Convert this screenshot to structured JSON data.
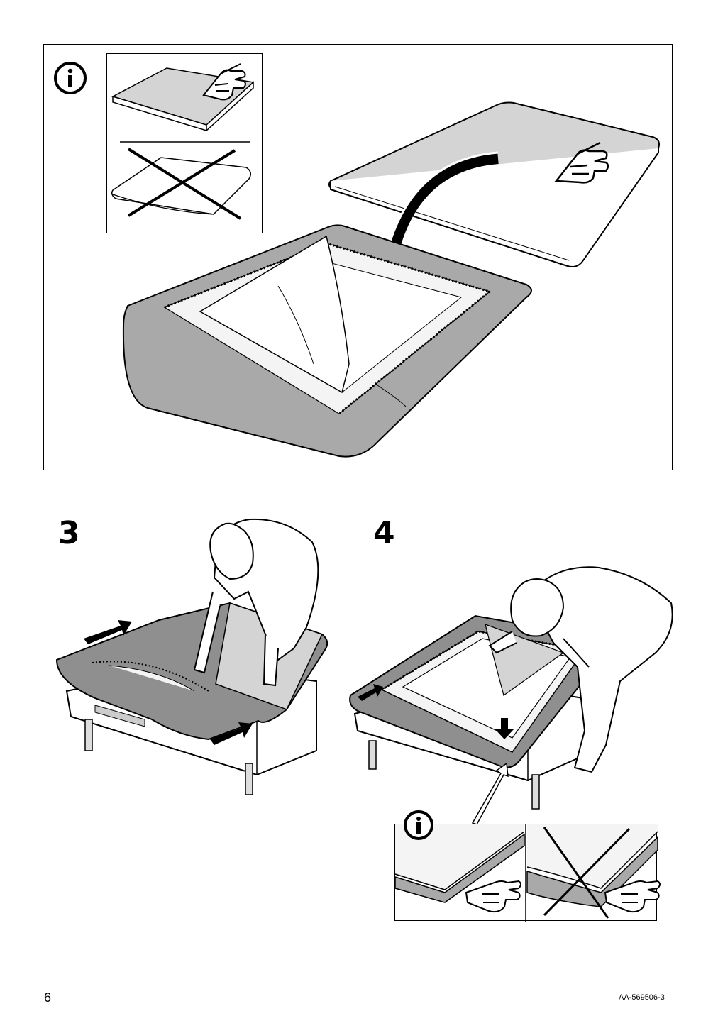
{
  "page": {
    "page_number": "6",
    "document_code": "AA-569506-3"
  },
  "top_panel": {
    "info_icon": "info-icon",
    "correct_example_icon": "pointing-hand-icon",
    "wrong_example_mark": "cross-out-icon",
    "main_icons": [
      "cushion-insert",
      "pointing-hand-icon",
      "curved-arrow-icon",
      "open-cover"
    ]
  },
  "steps": [
    {
      "number": "3",
      "illustration": "person-pulling-cover-over-cushion"
    },
    {
      "number": "4",
      "illustration": "person-closing-zipper"
    }
  ],
  "bottom_info": {
    "info_icon": "info-icon",
    "correct_example_icon": "pointing-hand-icon",
    "wrong_example_mark": "cross-out-icon"
  },
  "colors": {
    "cover_gray": "#a9a9a9",
    "cushion_light": "#d4d4d4",
    "ink": "#000000"
  }
}
